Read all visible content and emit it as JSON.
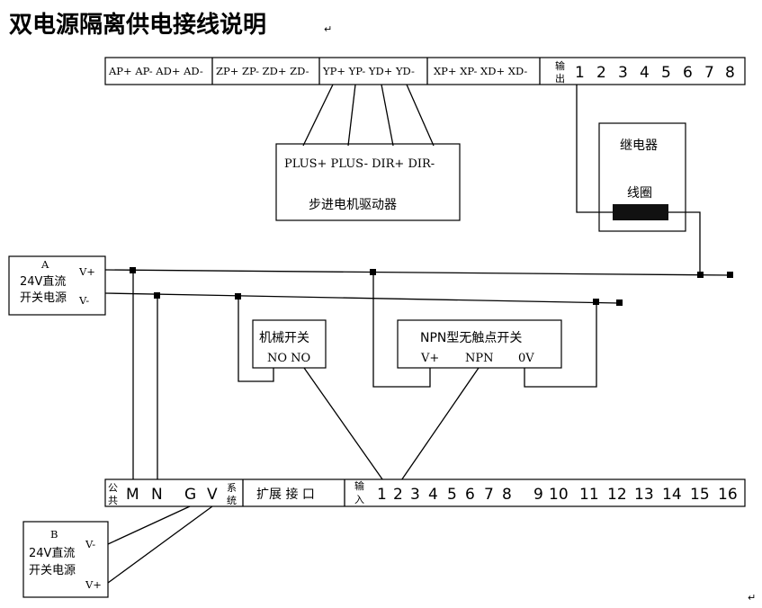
{
  "title": "双电源隔离供电接线说明",
  "title_mark": "↵",
  "footer_mark": "↵",
  "top_terminal": {
    "groups": [
      "AP+ AP- AD+ AD-",
      "ZP+ ZP- ZD+ ZD-",
      "YP+ YP- YD+ YD-",
      "XP+ XP- XD+ XD-"
    ],
    "output_label": [
      "输",
      "出"
    ],
    "outputs": [
      "1",
      "2",
      "3",
      "4",
      "5",
      "6",
      "7",
      "8"
    ]
  },
  "stepper_driver": {
    "pins": "PLUS+ PLUS- DIR+ DIR-",
    "name": "步进电机驱动器"
  },
  "relay": {
    "name": "继电器",
    "coil": "线圈"
  },
  "supply_a": {
    "tag": "A",
    "line1": "24V直流",
    "line2": "开关电源",
    "plus": "V+",
    "minus": "V-"
  },
  "supply_b": {
    "tag": "B",
    "line1": "24V直流",
    "line2": "开关电源",
    "plus": "V+",
    "minus": "V-"
  },
  "mech_switch": {
    "name": "机械开关",
    "pins": "NO NO"
  },
  "npn_switch": {
    "name": "NPN型无触点开关",
    "pin_v": "V+",
    "pin_npn": "NPN",
    "pin_0v": "0V"
  },
  "bottom_terminal": {
    "common_label": [
      "公",
      "共"
    ],
    "m": "M",
    "n": "N",
    "g": "G",
    "v": "V",
    "system_label": [
      "系",
      "统"
    ],
    "expansion": "扩展 接 口",
    "input_label": [
      "输",
      "入"
    ],
    "inputs": [
      "1",
      "2",
      "3",
      "4",
      "5",
      "6",
      "7",
      "8",
      "9",
      "10",
      "11",
      "12",
      "13",
      "14",
      "15",
      "16"
    ]
  }
}
